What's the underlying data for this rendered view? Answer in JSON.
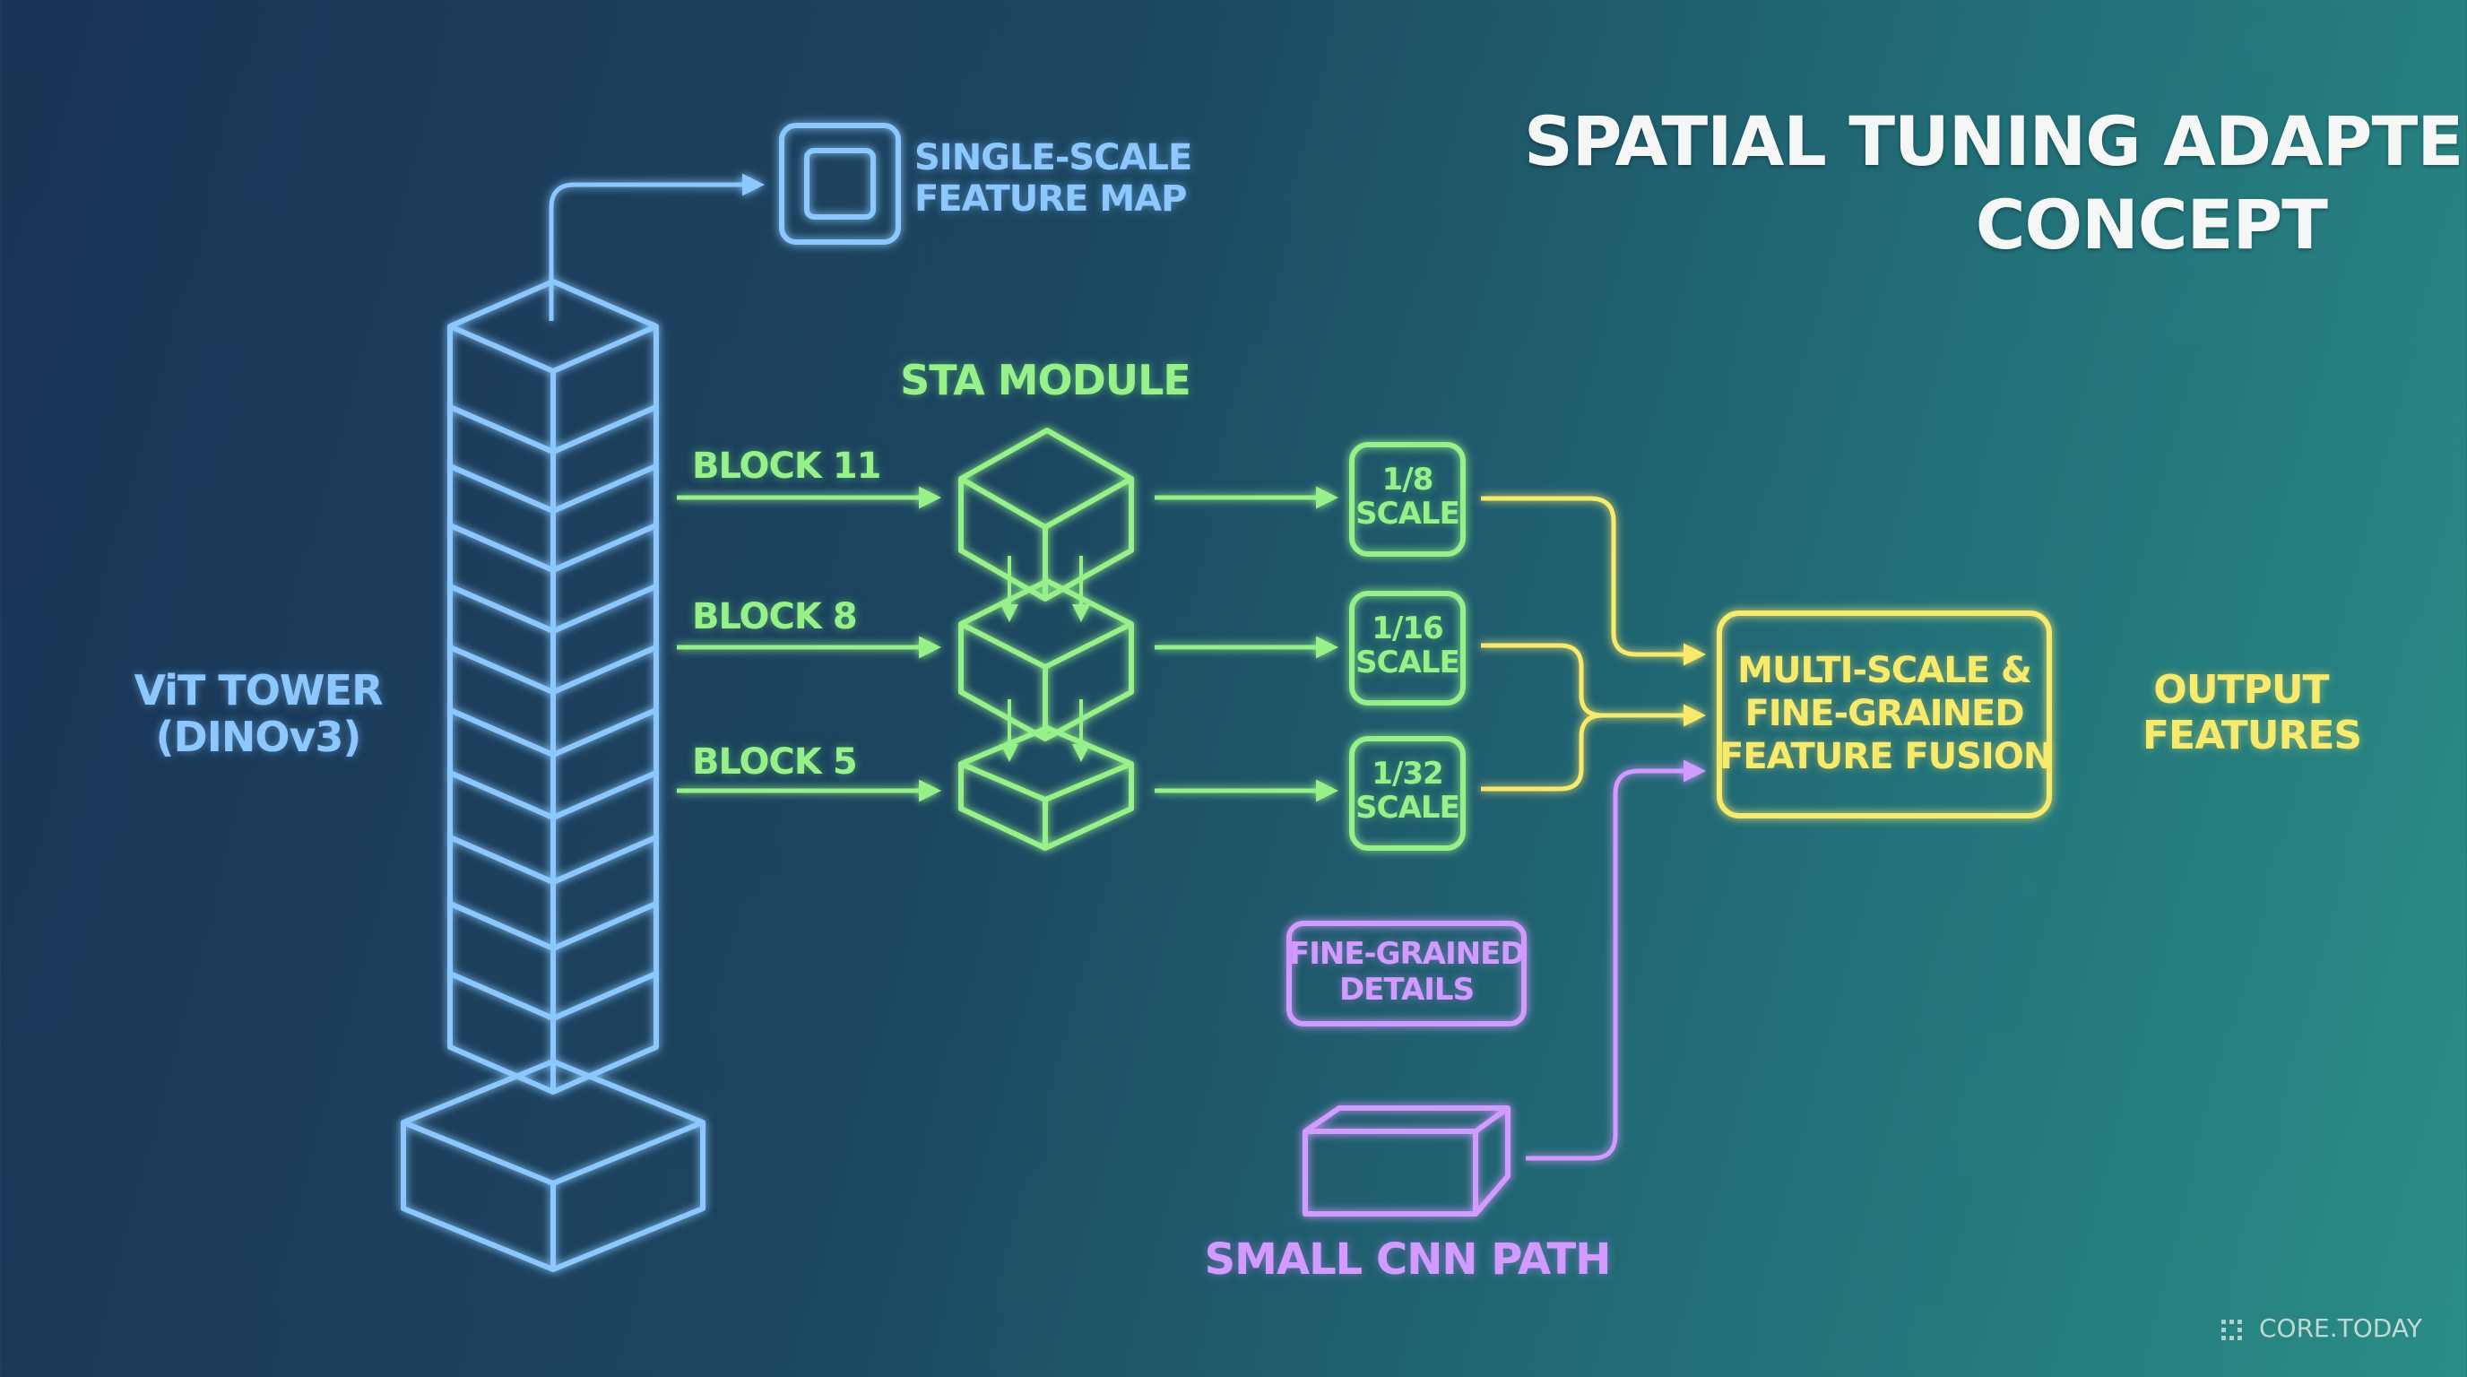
{
  "title": {
    "line1": "SPATIAL TUNING ADAPTER",
    "line2": "CONCEPT"
  },
  "vit_tower": {
    "line1": "ViT TOWER",
    "line2": "(DINOv3)"
  },
  "single_scale": {
    "line1": "SINGLE-SCALE",
    "line2": "FEATURE MAP"
  },
  "sta_module": {
    "label": "STA MODULE"
  },
  "blocks": [
    "BLOCK 11",
    "BLOCK 8",
    "BLOCK 5"
  ],
  "scales": [
    {
      "line1": "1/8",
      "line2": "SCALE"
    },
    {
      "line1": "1/16",
      "line2": "SCALE"
    },
    {
      "line1": "1/32",
      "line2": "SCALE"
    }
  ],
  "fusion": {
    "line1": "MULTI-SCALE &",
    "line2": "FINE-GRAINED",
    "line3": "FEATURE FUSION"
  },
  "output": {
    "line1": "OUTPUT",
    "line2": "FEATURES"
  },
  "fine_grained": {
    "line1": "FINE-GRAINED",
    "line2": "DETAILS"
  },
  "cnn_path": {
    "label": "SMALL CNN PATH"
  },
  "watermark": {
    "text": "CORE.TODAY"
  },
  "colors": {
    "blue": "#8cc8ff",
    "green": "#97f08a",
    "yellow": "#f7ea6c",
    "purple": "#d29bff",
    "title": "#f4f7f6"
  }
}
